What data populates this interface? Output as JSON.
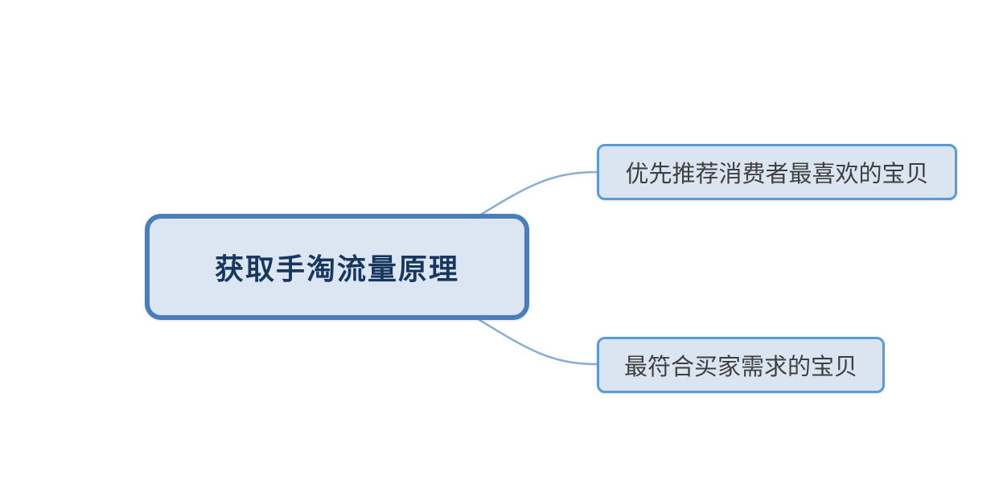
{
  "diagram": {
    "type": "mindmap",
    "root": {
      "label": "获取手淘流量原理"
    },
    "children": [
      {
        "label": "优先推荐消费者最喜欢的宝贝"
      },
      {
        "label": "最符合买家需求的宝贝"
      }
    ],
    "colors": {
      "root_border": "#4a7ebb",
      "root_fill": "#dce6f2",
      "root_text": "#17375e",
      "child_border": "#5b9bd5",
      "child_fill": "#dbe5f1",
      "child_text": "#3f3f3f",
      "connector": "#8aabd4",
      "background": "#ffffff"
    }
  }
}
